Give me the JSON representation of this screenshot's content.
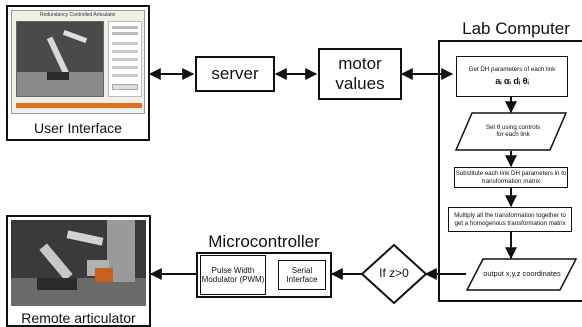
{
  "user_interface": {
    "caption": "User Interface",
    "window_title": "Redundancy Controlled Articulator"
  },
  "server": {
    "label": "server"
  },
  "motor_values": {
    "line1": "motor",
    "line2": "values"
  },
  "lab_computer": {
    "title": "Lab Computer",
    "step1": "Get DH parameters of each link",
    "step1_symbols": "aᵢ αᵢ dᵢ θᵢ",
    "step2": "Set θ using controls for each link",
    "step3": "Substitute each link DH parameters in to transformation matrix",
    "step4": "Multiply all the transformation together to get a homogenous transformation matrix",
    "step5": "output x,y,z coordinates"
  },
  "decision": {
    "label": "If z>0"
  },
  "microcontroller": {
    "title": "Microcontroller",
    "pwm": "Pulse Width Modulator (PWM)",
    "serial": "Serial Interface"
  },
  "remote": {
    "caption": "Remote articulator"
  },
  "colors": {
    "ui_bg": "#f2efe6",
    "ui_orange": "#e07020",
    "photo_dark": "#3a3a3a",
    "stroke": "#111111"
  }
}
